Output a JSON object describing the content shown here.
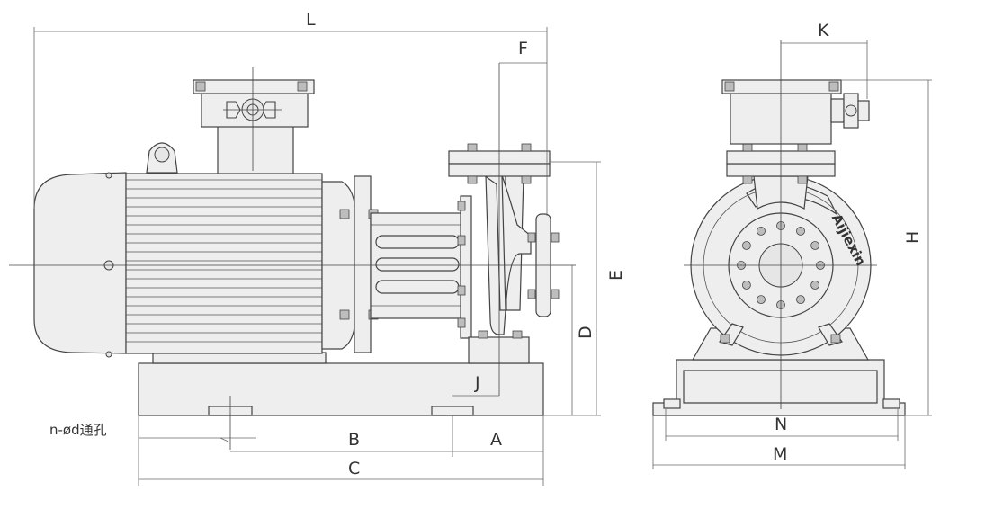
{
  "dimensions": {
    "L": "L",
    "F": "F",
    "K": "K",
    "H": "H",
    "E": "E",
    "D": "D",
    "J": "J",
    "B": "B",
    "A": "A",
    "C": "C",
    "N": "N",
    "M": "M"
  },
  "hole_note": "n-ød通孔",
  "brand": "Aijiexin"
}
